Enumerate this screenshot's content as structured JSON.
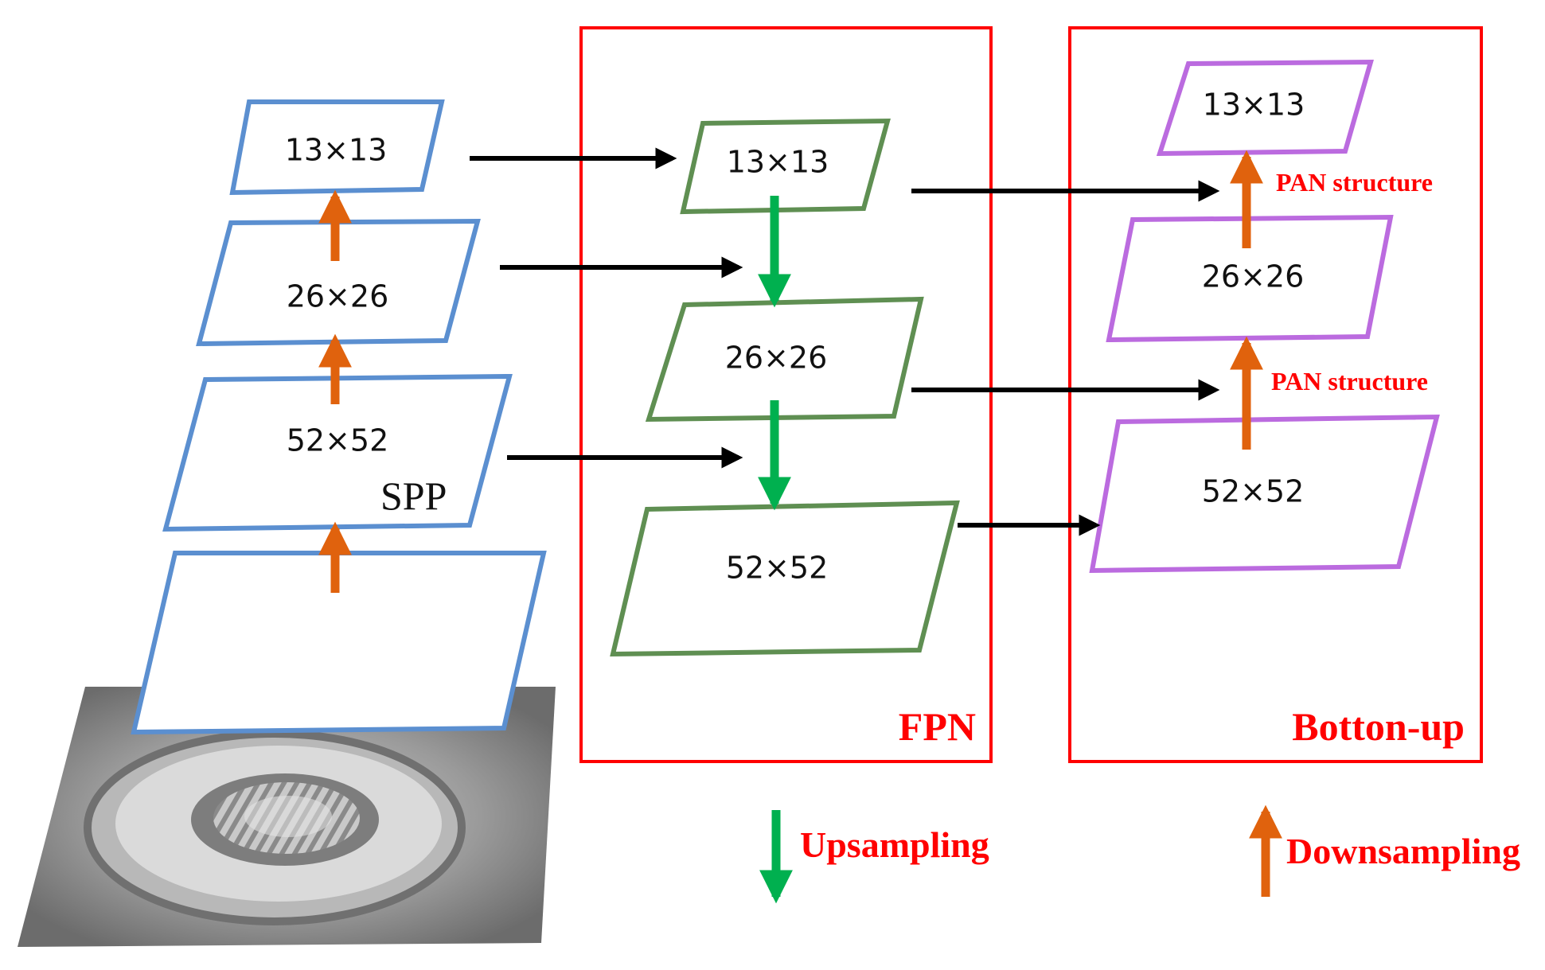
{
  "backbone": {
    "levels": [
      "13×13",
      "26×26",
      "52×52",
      ""
    ],
    "spp_label": "SPP"
  },
  "fpn": {
    "title": "FPN",
    "levels": [
      "13×13",
      "26×26",
      "52×52"
    ]
  },
  "bottom_up": {
    "title": "Botton-up",
    "levels": [
      "13×13",
      "26×26",
      "52×52"
    ],
    "pan_labels": [
      "PAN structure",
      "PAN structure"
    ]
  },
  "legend": {
    "upsampling": "Upsampling",
    "downsampling": "Downsampling"
  },
  "colors": {
    "backbone": "#5b8fd0",
    "fpn": "#5f8f52",
    "bottom_up": "#bb6bdf",
    "panel_border": "#ff0000",
    "upsample_arrow": "#00b04f",
    "downsample_arrow": "#e0620d",
    "lateral_arrow": "#000000",
    "label_text": "#ff0000"
  }
}
